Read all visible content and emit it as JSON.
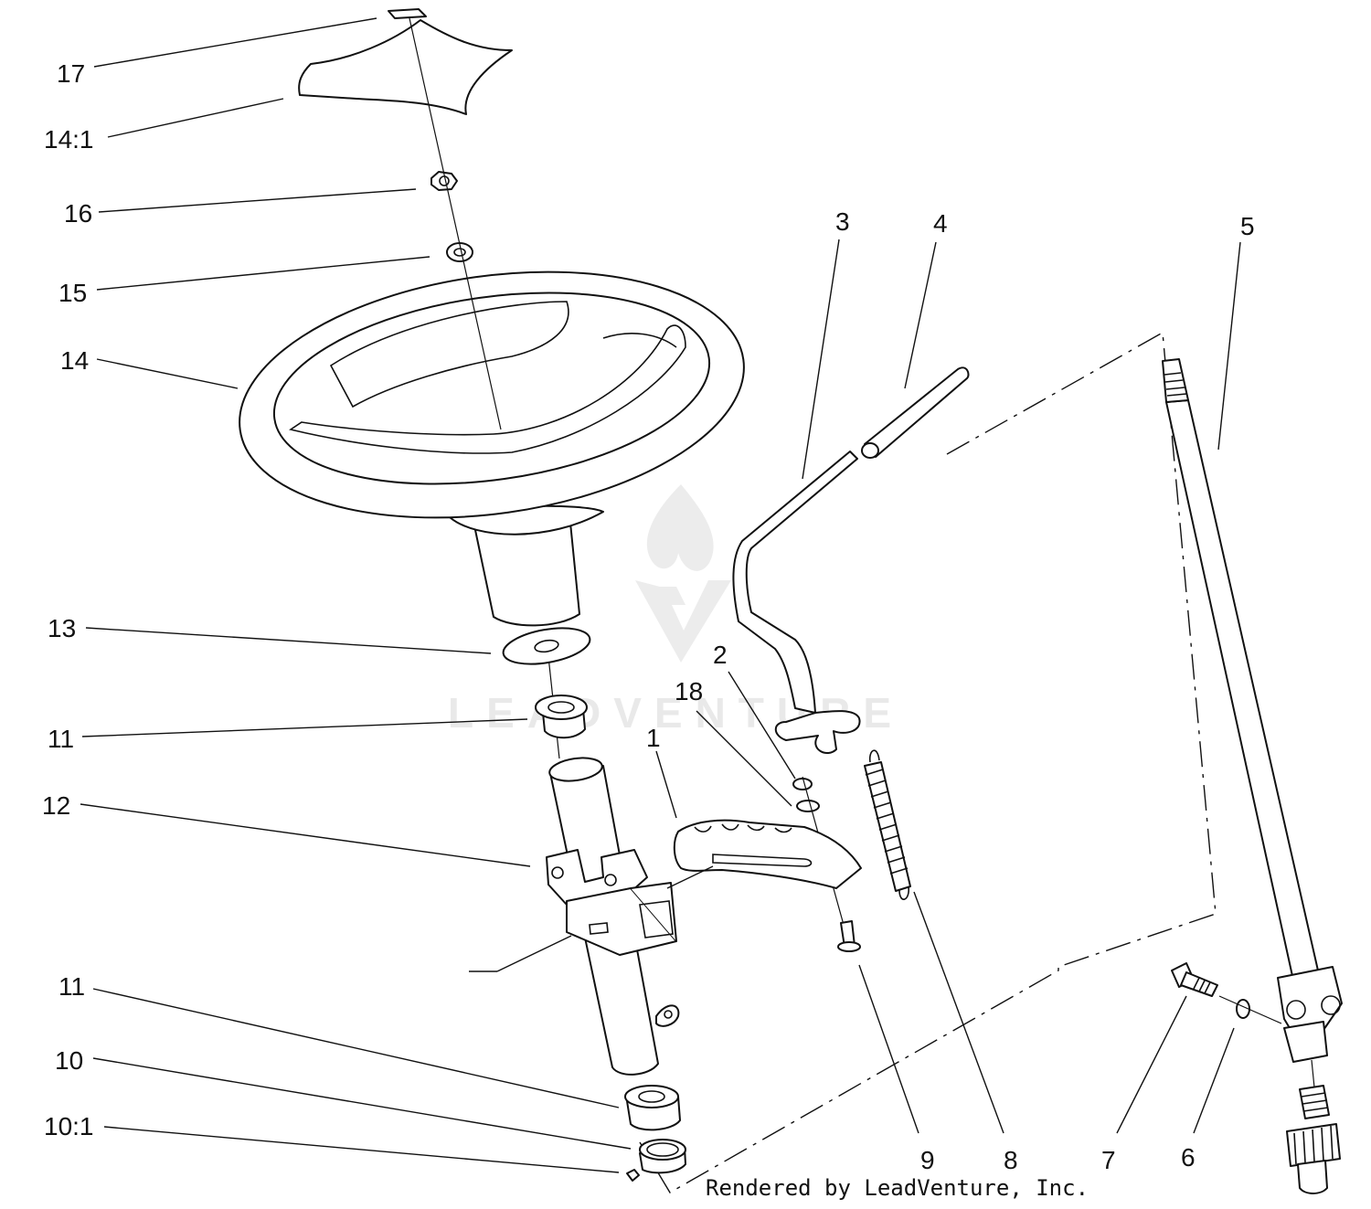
{
  "credit": "Rendered by LeadVenture, Inc.",
  "watermark": {
    "text": "LEADVENTURE",
    "color": "#e9e9e9"
  },
  "callouts": {
    "c17": "17",
    "c14_1": "14:1",
    "c16": "16",
    "c15": "15",
    "c14": "14",
    "c13": "13",
    "c11_top": "11",
    "c12": "12",
    "c11_bottom": "11",
    "c10": "10",
    "c10_1": "10:1",
    "c3": "3",
    "c4": "4",
    "c5": "5",
    "c2": "2",
    "c18": "18",
    "c1": "1",
    "c9": "9",
    "c8": "8",
    "c7": "7",
    "c6": "6"
  },
  "colors": {
    "line": "#111111",
    "background": "#ffffff"
  }
}
